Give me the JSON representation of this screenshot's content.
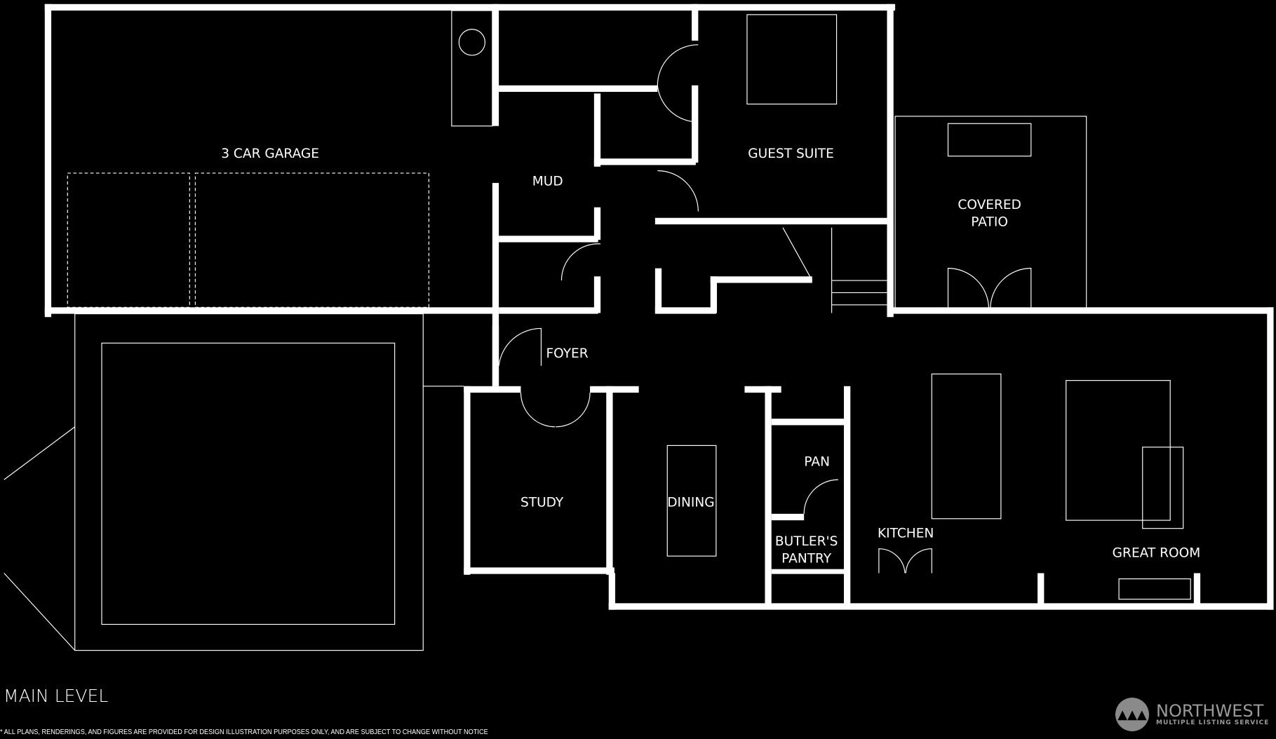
{
  "plan": {
    "level_title": "MAIN LEVEL",
    "disclaimer": "* ALL PLANS, RENDERINGS, AND FIGURES ARE PROVIDED FOR DESIGN ILLUSTRATION PURPOSES ONLY, AND ARE SUBJECT TO CHANGE WITHOUT NOTICE",
    "rooms": {
      "garage": "3 CAR GARAGE",
      "guest_suite": "GUEST SUITE",
      "mud": "MUD",
      "covered_patio_1": "COVERED",
      "covered_patio_2": "PATIO",
      "foyer": "FOYER",
      "study": "STUDY",
      "dining": "DINING",
      "pan": "PAN",
      "butlers_1": "BUTLER'S",
      "butlers_2": "PANTRY",
      "kitchen": "KITCHEN",
      "great_room": "GREAT ROOM"
    }
  },
  "logo": {
    "name": "NORTHWEST",
    "sub": "MULTIPLE LISTING SERVICE",
    "color": "#8a8a8a"
  }
}
